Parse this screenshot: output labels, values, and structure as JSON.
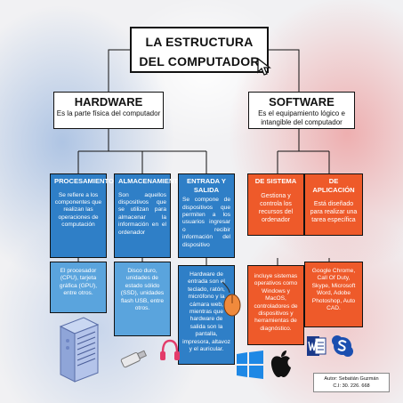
{
  "title": {
    "line1": "LA ESTRUCTURA",
    "line2": "DEL COMPUTADOR"
  },
  "hardware": {
    "title": "HARDWARE",
    "subtitle": "Es la parte física del computador"
  },
  "software": {
    "title": "SOFTWARE",
    "subtitle": "Es el equipamiento lógico e intangible del computador"
  },
  "categories": [
    {
      "title": "PROCESAMIENTO",
      "text": "Se refiere a los componentes que realizan las operaciones de computación"
    },
    {
      "title": "ALMACENAMIENTO",
      "text": "Son aquellos dispositivos que se utilizan para almacenar la información en el ordenador"
    },
    {
      "title": "ENTRADA Y SALIDA",
      "text": "Se compone de dispositivos que permiten a los usuarios ingresar o recibir información del dispositivo"
    },
    {
      "title": "DE SISTEMA",
      "text": "Gestiona y controla los recursos del ordenador"
    },
    {
      "title": "DE APLICACIÓN",
      "text": "Está diseñado para realizar una tarea específica"
    }
  ],
  "examples": [
    "El procesador (CPU), tarjeta gráfica (GPU), entre otros.",
    "Disco duro, unidades de estado sólido (SSD), unidades flash USB, entre otros.",
    "Hardware de entrada son el teclado, ratón, micrófono y la cámara web, mientras que hardware de salida son la pantalla, impresora, altavoz y el auricular.",
    "incluye sistemas operativos como Windows y MacOS, controladores de dispositivos y herramientas de diagnóstico.",
    "Google Chrome, Call Of Duty, Skype, Microsoft Word, Adobe Photoshop, Auto CAD."
  ],
  "author": {
    "name": "Autor: Sebatián Guzmán",
    "id": "C.I: 30. 226. 668"
  },
  "icons": [
    "cursor-icon",
    "server-icon",
    "usb-drive-icon",
    "headphones-icon",
    "mouse-icon",
    "windows-logo-icon",
    "apple-logo-icon",
    "word-icon",
    "skype-icon"
  ],
  "colors": {
    "hardware_blue": "#2f7fc7",
    "hardware_light_blue": "#5aa4dd",
    "software_red": "#ee5a2a"
  }
}
